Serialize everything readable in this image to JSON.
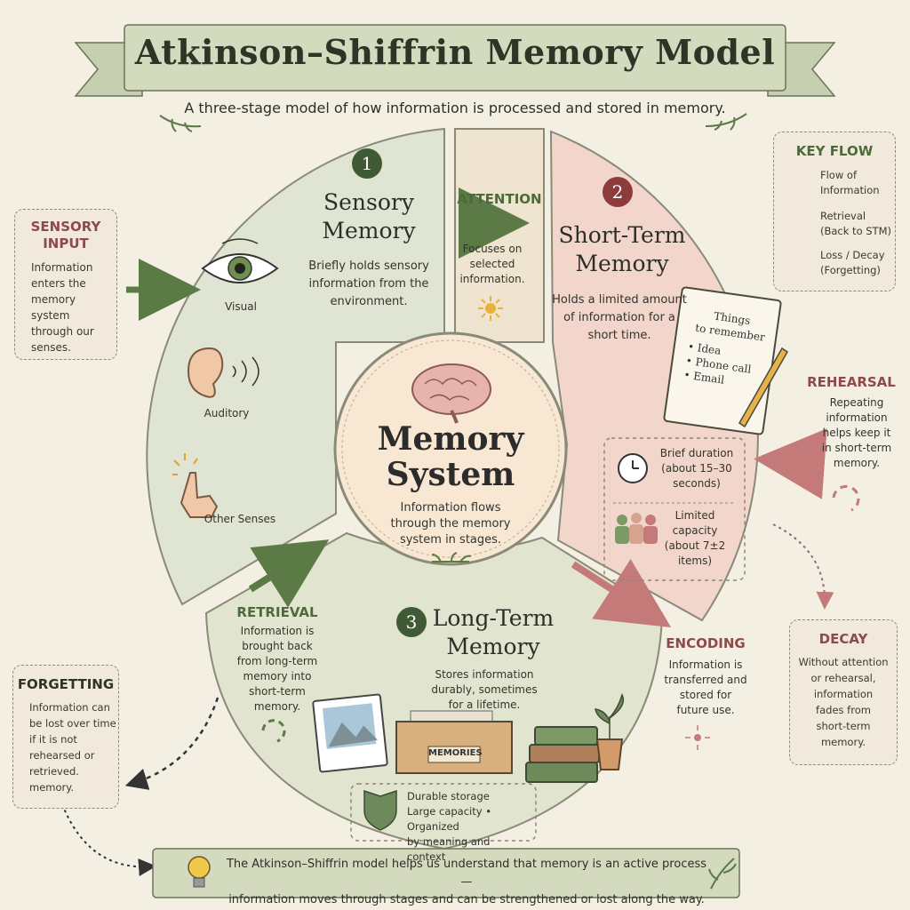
{
  "title": "Atkinson–Shiffrin Memory Model",
  "subtitle": "A three-stage model of how information is processed and stored in memory.",
  "sensory_input": {
    "heading": "SENSORY INPUT",
    "text": [
      "Information",
      "enters the",
      "memory system",
      "through our",
      "senses."
    ]
  },
  "sensory_memory": {
    "number": "1",
    "heading": [
      "Sensory",
      "Memory"
    ],
    "description": [
      "Briefly holds sensory",
      "information from the",
      "environment."
    ],
    "senses": [
      "Visual",
      "Auditory",
      "Other Senses"
    ]
  },
  "attention": {
    "heading": "ATTENTION",
    "text": [
      "Focuses on",
      "selected",
      "information."
    ]
  },
  "short_term": {
    "number": "2",
    "heading": [
      "Short-Term",
      "Memory"
    ],
    "description": [
      "Holds a limited amount",
      "of information for a",
      "short time."
    ],
    "notepad": {
      "title": [
        "Things",
        "to remember"
      ],
      "items": [
        "• Idea",
        "• Phone call",
        "• Email"
      ]
    },
    "duration": [
      "Brief duration",
      "(about 15–30",
      "seconds)"
    ],
    "capacity": [
      "Limited",
      "capacity",
      "(about 7±2",
      "items)"
    ]
  },
  "center": {
    "heading": [
      "Memory",
      "System"
    ],
    "text": [
      "Information flows",
      "through the memory",
      "system in stages."
    ]
  },
  "long_term": {
    "number": "3",
    "heading": [
      "Long-Term",
      "Memory"
    ],
    "description": [
      "Stores information",
      "durably, sometimes",
      "for a lifetime."
    ],
    "box_label": "MEMORIES",
    "features": [
      "Durable storage",
      "Large capacity • Organized",
      "by meaning and context"
    ]
  },
  "retrieval": {
    "heading": "RETRIEVAL",
    "text": [
      "Information is",
      "brought back",
      "from long-term",
      "memory into",
      "short-term",
      "memory."
    ]
  },
  "encoding": {
    "heading": "ENCODING",
    "text": [
      "Information is",
      "transferred and",
      "stored for",
      "future use."
    ]
  },
  "rehearsal": {
    "heading": "REHEARSAL",
    "text": [
      "Repeating",
      "information",
      "helps keep it",
      "in short-term",
      "memory."
    ]
  },
  "decay": {
    "heading": "DECAY",
    "text": [
      "Without attention",
      "or rehearsal,",
      "information",
      "fades from",
      "short-term",
      "memory."
    ]
  },
  "forgetting": {
    "heading": "FORGETTING",
    "text": [
      "Information can",
      "be lost over time",
      "if it is not",
      "rehearsed or",
      "retrieved.",
      "memory."
    ]
  },
  "key_flow": {
    "heading": "KEY FLOW",
    "items": [
      {
        "label": [
          "Flow of",
          "Information"
        ],
        "style": "solid-green-arrow"
      },
      {
        "label": [
          "Retrieval",
          "(Back to STM)"
        ],
        "style": "dashed-green-arrow"
      },
      {
        "label": [
          "Loss / Decay",
          "(Forgetting)"
        ],
        "style": "dotted-red-arrow"
      }
    ]
  },
  "footer": [
    "The Atkinson–Shiffrin model helps us understand that memory is an active process—",
    "information moves through stages and can be strengthened or lost along the way."
  ],
  "colors": {
    "background": "#f4efe3",
    "sensory_green": "#dfe5d2",
    "short_term_pink": "#f2d6cb",
    "long_term_green": "#e1e5cf",
    "center": "#f7e7d3",
    "accent_green": "#5b7a45",
    "accent_red": "#c47a78"
  }
}
